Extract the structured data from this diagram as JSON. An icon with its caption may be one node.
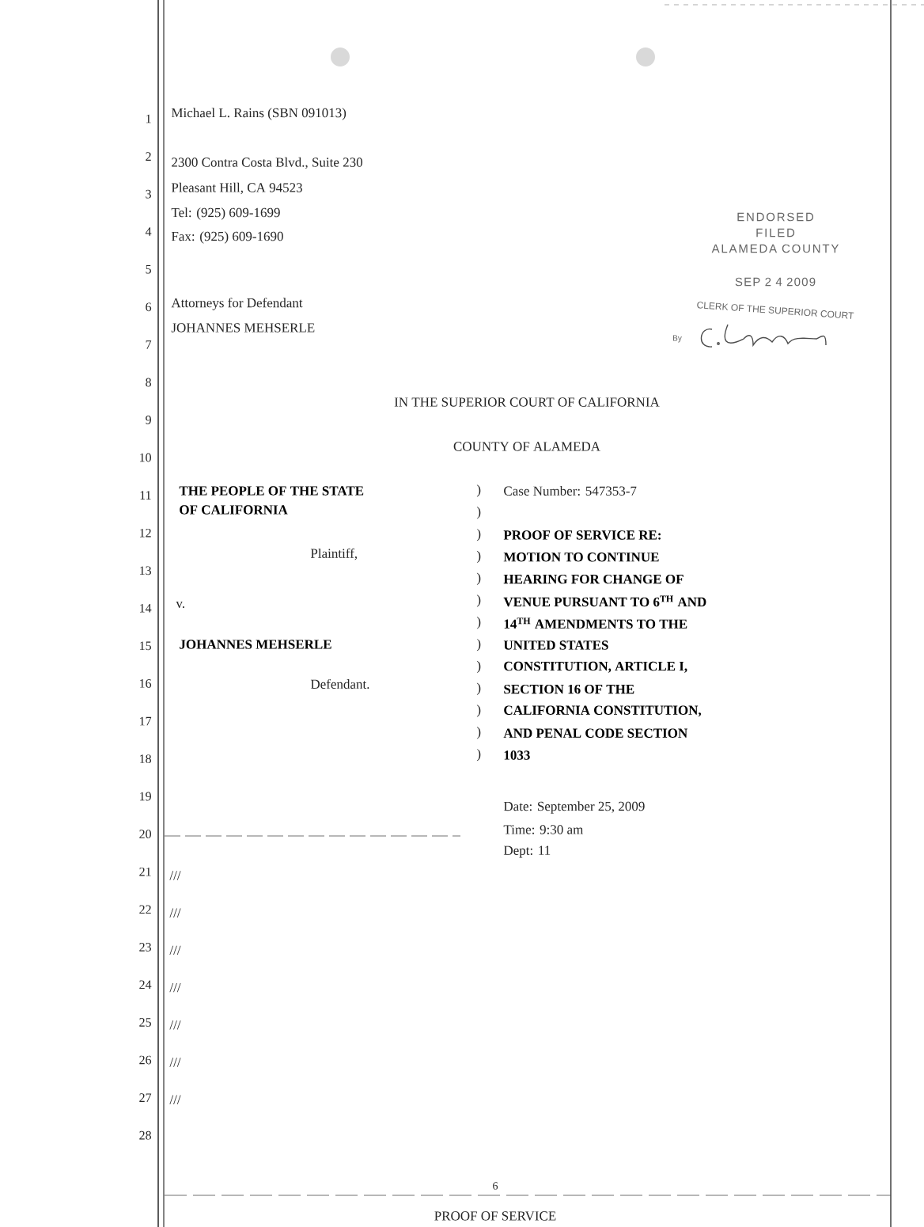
{
  "diagram": {
    "labels": [
      "1",
      "2",
      "3",
      "4",
      "5",
      "6",
      "7",
      "8",
      "9",
      "10",
      "11",
      "12",
      "13",
      "14",
      "15",
      "16",
      "17",
      "18",
      "19",
      "20",
      "21",
      "22",
      "23",
      "24",
      "25",
      "26",
      "27",
      "28",
      "Michael L. Rains (SBN 091013)",
      "2300 Contra Costa Blvd., Suite 230",
      "Pleasant Hill, CA 94523",
      "Tel:  (925) 609-1699",
      "Fax:  (925) 609-1690",
      "Attorneys for Defendant",
      "JOHANNES MEHSERLE",
      "ENDORSED",
      "FILED",
      "ALAMEDA COUNTY",
      "SEP 2 4 2009",
      "CLERK OF THE SUPERIOR COURT",
      "By",
      "IN THE SUPERIOR COURT OF CALIFORNIA",
      "COUNTY OF ALAMEDA",
      "THE PEOPLE OF THE STATE",
      "OF CALIFORNIA",
      "Plaintiff,",
      "v.",
      "JOHANNES MEHSERLE",
      "Defendant.",
      ")",
      ")",
      ")",
      ")",
      ")",
      ")",
      ")",
      ")",
      ")",
      ")",
      ")",
      ")",
      ")",
      "Case Number:  547353-7",
      "PROOF OF SERVICE RE:",
      "MOTION TO CONTINUE",
      "HEARING FOR CHANGE OF",
      "VENUE PURSUANT TO 6$^{TH}$ AND",
      "14$^{TH}$ AMENDMENTS TO THE",
      "UNITED STATES",
      "CONSTITUTION, ARTICLE I,",
      "SECTION 16 OF THE",
      "CALIFORNIA CONSTITUTION,",
      "AND PENAL CODE SECTION",
      "1033",
      "Date:  September 25, 2009",
      "Time:  9:30 am",
      "Dept:  11",
      "///",
      "///",
      "///",
      "///",
      "///",
      "///",
      "///",
      "6",
      "PROOF OF SERVICE"
    ]
  }
}
